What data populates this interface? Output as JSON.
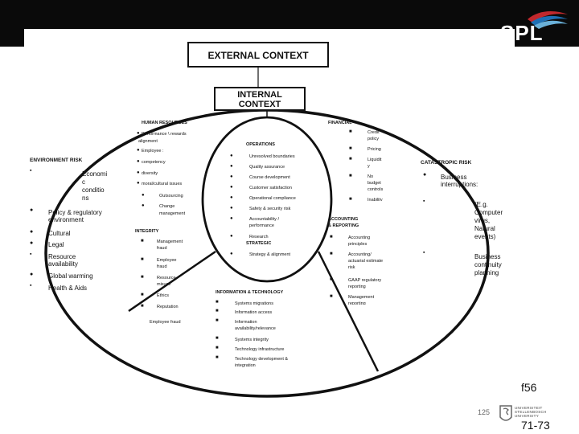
{
  "header": {
    "logo_text": "SPL"
  },
  "boxes": {
    "external": "EXTERNAL CONTEXT",
    "internal_1": "INTERNAL",
    "internal_2": "CONTEXT"
  },
  "human_resources": {
    "title": "HUMAN RESOURCES",
    "items": [
      "Performance \\ rewards",
      "alignment",
      "Employee :",
      "competency",
      "diversity",
      "moral/cultural issues"
    ],
    "sub_items": [
      "Outsourcing",
      "Change",
      "management"
    ]
  },
  "operations": {
    "title": "OPERATIONS",
    "items": [
      "Unresolved boundaries",
      "Quality assurance",
      "Course development",
      "Customer satisfaction",
      "Operational compliance",
      "Safety & security risk",
      "Accountability /",
      "performance",
      "Research",
      "STRATEGIC",
      "Strategy & alignment"
    ]
  },
  "financial": {
    "title": "FINANCIAL",
    "items": [
      "Credit",
      "policy",
      "Pricing",
      "Liquidit",
      "y",
      "No",
      "budget",
      "controls",
      "Inability"
    ]
  },
  "integrity": {
    "title": "INTEGRITY",
    "items": [
      "Management",
      "fraud",
      "Employee",
      "fraud",
      "Resource",
      "misuse",
      "Ethics",
      "Reputation",
      "Employee fraud"
    ]
  },
  "accounting": {
    "title_1": "ACCOUNTING",
    "title_2": "& REPORTING",
    "items": [
      "Accounting",
      "principles",
      "Accounting/",
      "actuarial estimate",
      "risk",
      "GAAP regulatory",
      "reporting",
      "Management",
      "reporting"
    ]
  },
  "it": {
    "title": "INFORMATION & TECHNOLOGY",
    "items": [
      "Systems migrations",
      "Information access",
      "Information",
      "availability/relevance",
      "Systems integrity",
      "Technology infrastructure",
      "Technology development &",
      "integration"
    ]
  },
  "environment_risk": {
    "title": "ENVIRONMENT RISK",
    "items": [
      "Economi",
      "c",
      "conditio",
      "ns",
      "Policy & regulatory",
      "environment",
      "Cultural",
      "Legal",
      "Resource",
      "availability",
      "Global warming",
      "Health & Aids"
    ]
  },
  "catastropic_risk": {
    "title": "CATASTROPIC RISK",
    "items": [
      "Business",
      "interruptions:",
      "(E.g.",
      "Computer",
      "virus,",
      "Natural",
      "events)",
      "Business",
      "continuity",
      "planning"
    ]
  },
  "footer": {
    "ref_1": "f56",
    "ref_2": "71-73",
    "page_number": "125",
    "university_1": "UNIVERSITEIT",
    "university_2": "STELLENBOSCH",
    "university_3": "UNIVERSITY"
  },
  "colors": {
    "background": "#ffffff",
    "topbar": "#0a0a0a",
    "ink": "#111111"
  }
}
